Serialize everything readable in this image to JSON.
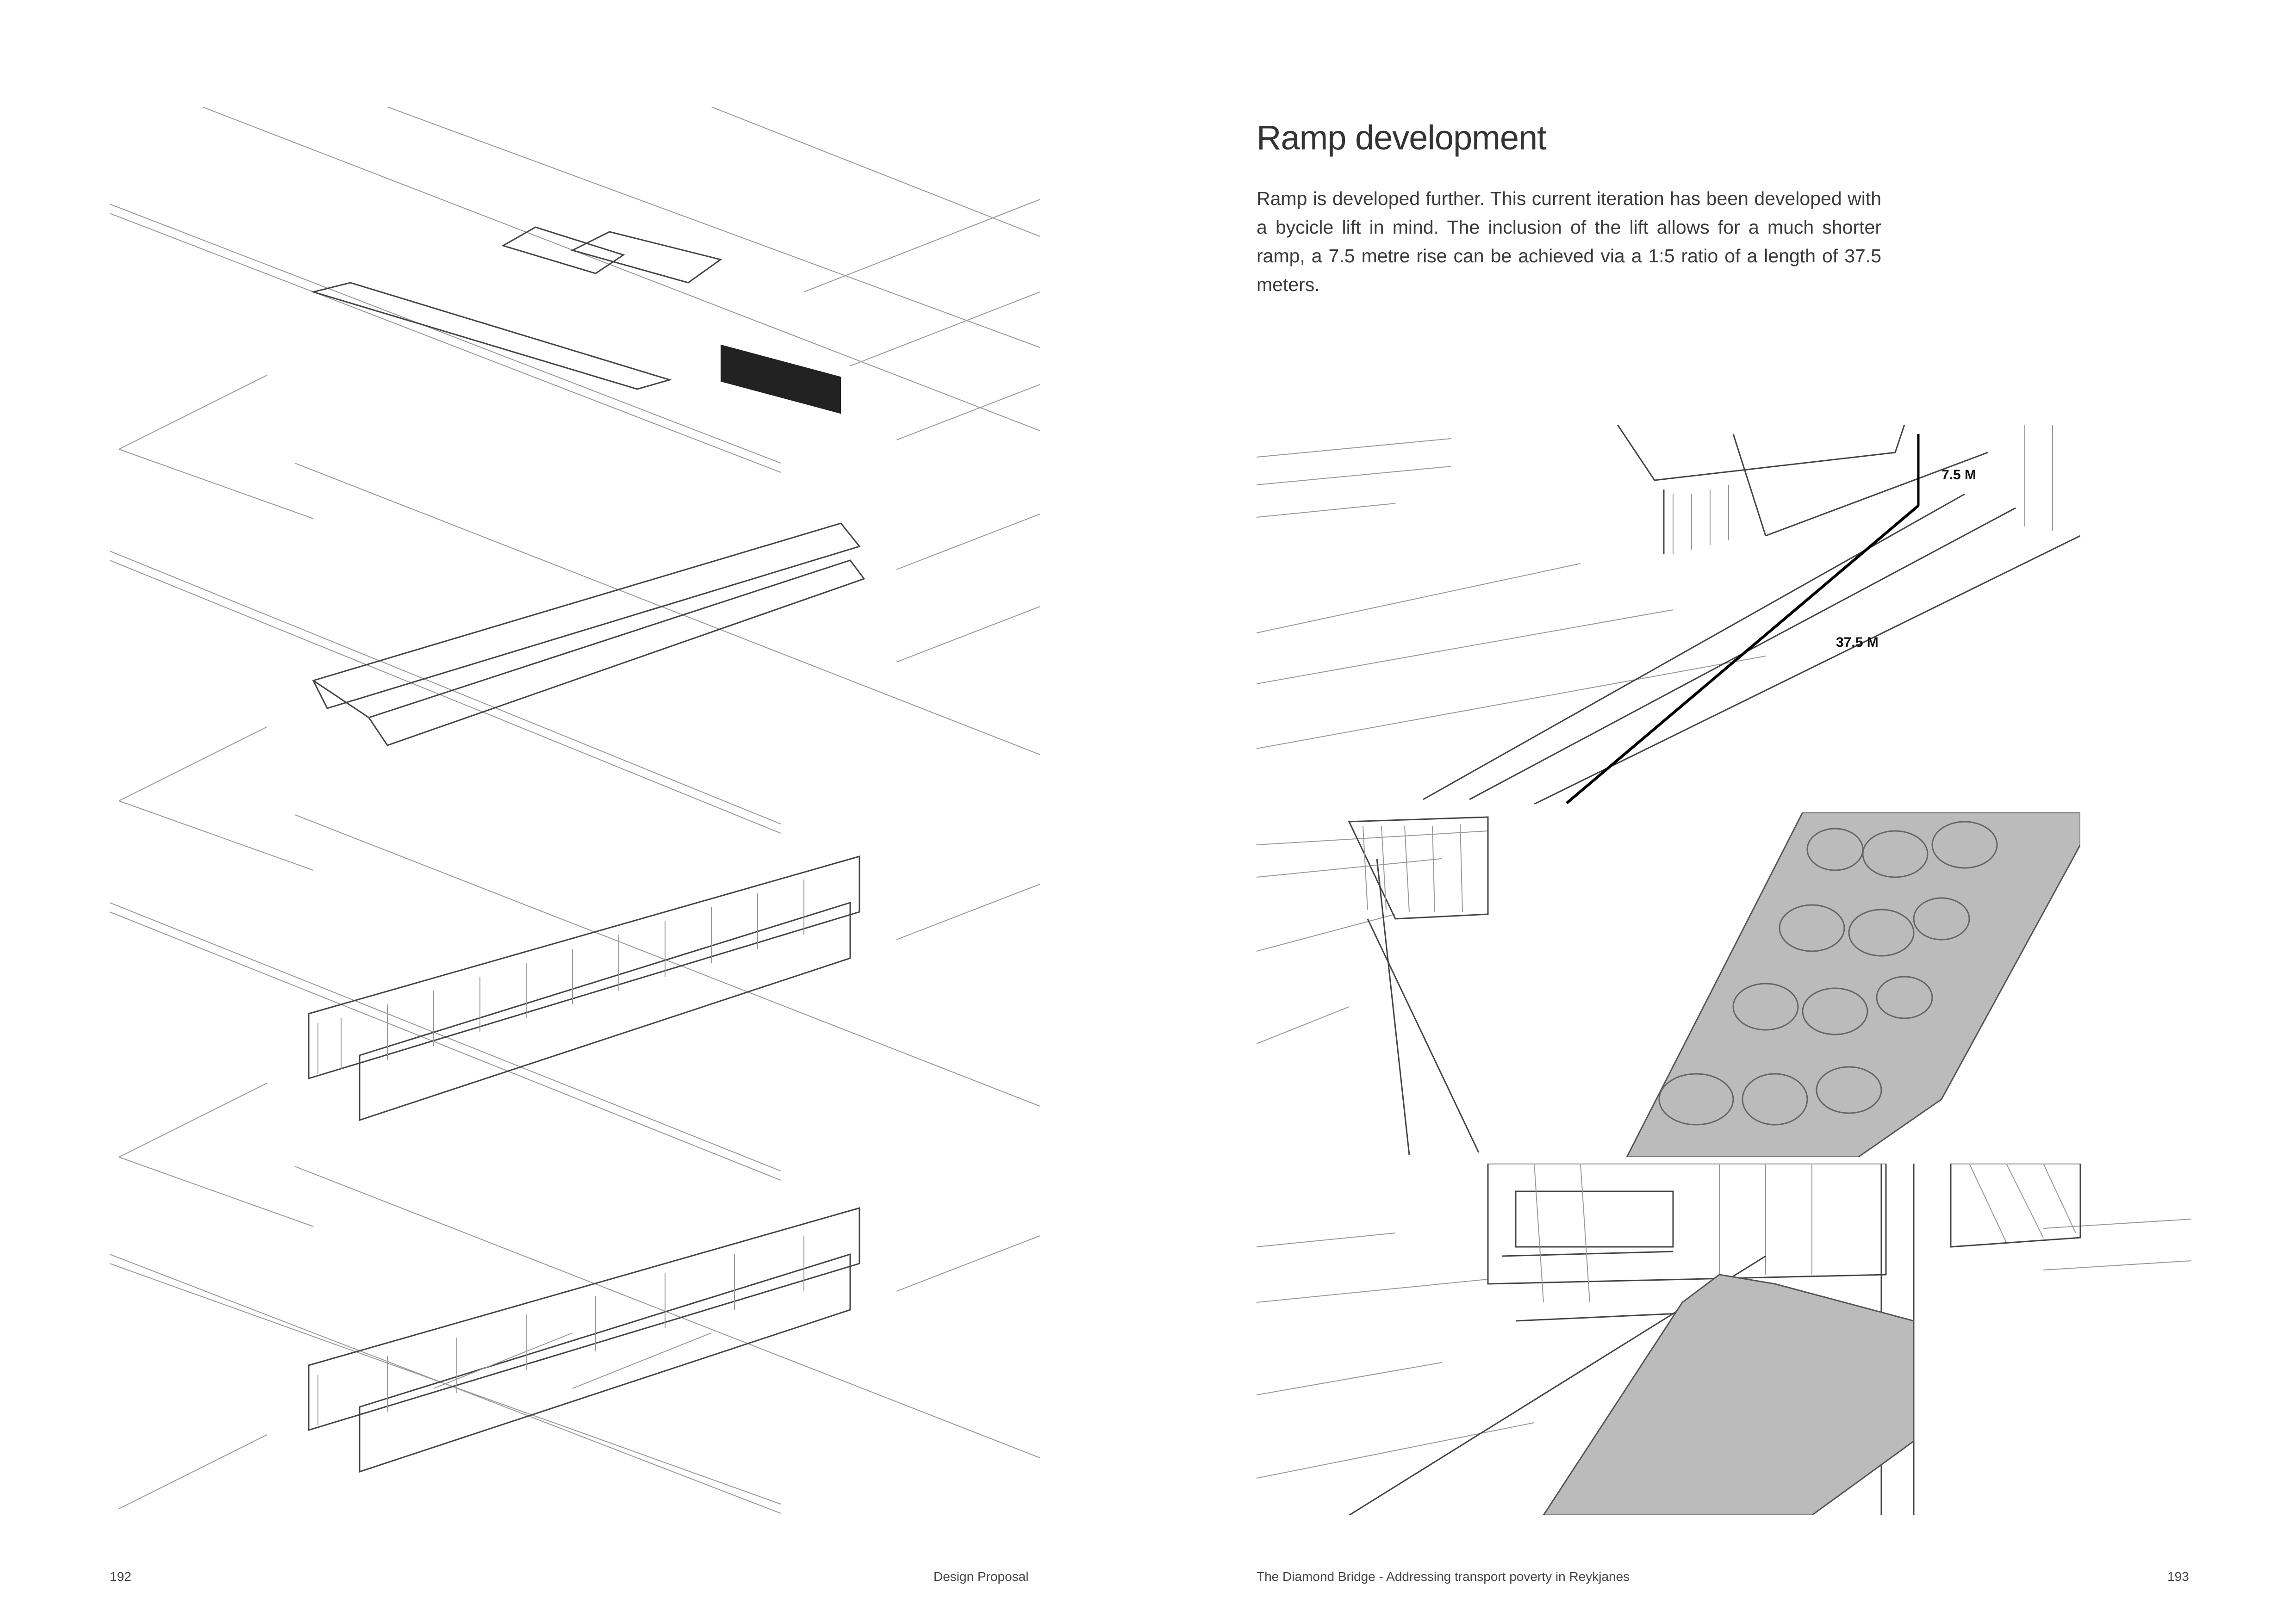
{
  "page_right": {
    "title": "Ramp development",
    "body": "Ramp is developed further. This current iteration has been developed with a bycicle lift in mind. The inclusion of the lift allows for a much shorter ramp, a 7.5 metre rise can be achieved via a 1:5 ratio of a length of 37.5 meters.",
    "dimension_rise": "7.5 M",
    "dimension_length": "37.5 M"
  },
  "footer": {
    "left_page_number": "192",
    "left_section": "Design Proposal",
    "right_title": "The Diamond Bridge - Addressing transport poverty in Reykjanes",
    "right_page_number": "193"
  }
}
